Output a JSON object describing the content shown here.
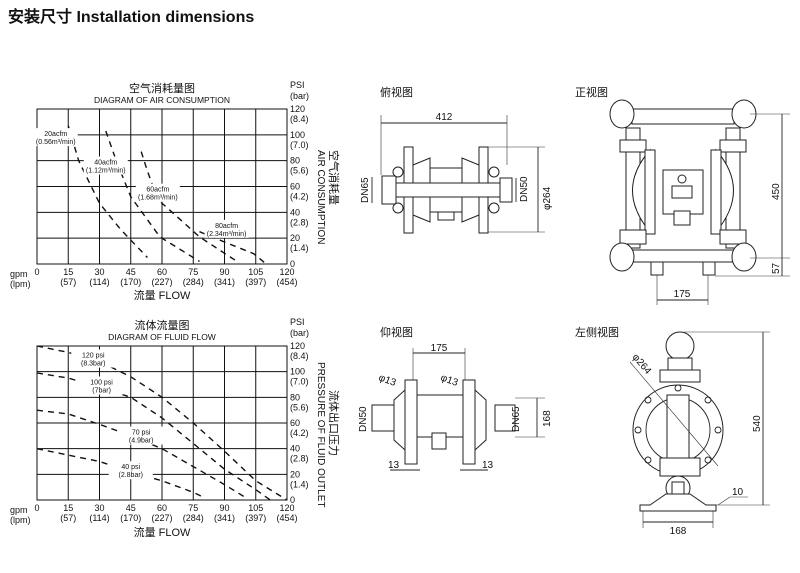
{
  "page_title": "安装尺寸 Installation dimensions",
  "chart_data": [
    {
      "type": "line",
      "title": "空气消耗量图",
      "subtitle": "DIAGRAM OF AIR CONSUMPTION",
      "xlabel": "流量 FLOW",
      "ylabel_cn": "空气消耗量",
      "ylabel_en": "AIR CONSUMPTION",
      "x_unit_labels": [
        "gpm",
        "(lpm)"
      ],
      "y_unit_labels": [
        "PSI",
        "(bar)"
      ],
      "xlim": [
        0,
        120
      ],
      "ylim": [
        0,
        120
      ],
      "grid": true,
      "x_ticks": [
        0,
        15,
        30,
        45,
        60,
        75,
        90,
        105,
        120
      ],
      "x_ticks_lpm": [
        "",
        "(57)",
        "(114)",
        "(170)",
        "(227)",
        "(284)",
        "(341)",
        "(397)",
        "(454)"
      ],
      "y_ticks": [
        0,
        20,
        40,
        60,
        80,
        100,
        120
      ],
      "y_ticks_bar": [
        "",
        "(1.4)",
        "(2.8)",
        "(4.2)",
        "(5.6)",
        "(7.0)",
        "(8.4)"
      ],
      "series": [
        {
          "name": "20acfm",
          "sub": "(0.56m³/min)",
          "label_at": [
            9,
            99
          ],
          "x": [
            15,
            20,
            30,
            40,
            53
          ],
          "y": [
            107,
            80,
            47,
            27,
            5
          ]
        },
        {
          "name": "40acfm",
          "sub": "(1.12m³/min)",
          "label_at": [
            33,
            77
          ],
          "x": [
            33,
            38,
            45,
            59,
            78
          ],
          "y": [
            103,
            80,
            52,
            21,
            2
          ]
        },
        {
          "name": "60acfm",
          "sub": "(1.68m³/min)",
          "label_at": [
            58,
            56
          ],
          "x": [
            50,
            53,
            58,
            78,
            96
          ],
          "y": [
            87,
            72,
            50,
            21,
            2
          ]
        },
        {
          "name": "80acfm",
          "sub": "(2.34m³/min)",
          "label_at": [
            91,
            28
          ],
          "x": [
            78,
            90,
            104,
            110
          ],
          "y": [
            25,
            17,
            8,
            0
          ]
        }
      ]
    },
    {
      "type": "line",
      "title": "流体流量图",
      "subtitle": "DIAGRAM OF FLUID FLOW",
      "xlabel": "流量 FLOW",
      "ylabel_cn": "流体出口压力",
      "ylabel_en": "PRESSURE OF FLUID OUTLET",
      "x_unit_labels": [
        "gpm",
        "(lpm)"
      ],
      "y_unit_labels": [
        "PSI",
        "(bar)"
      ],
      "xlim": [
        0,
        120
      ],
      "ylim": [
        0,
        120
      ],
      "grid": true,
      "x_ticks": [
        0,
        15,
        30,
        45,
        60,
        75,
        90,
        105,
        120
      ],
      "x_ticks_lpm": [
        "",
        "(57)",
        "(114)",
        "(170)",
        "(227)",
        "(284)",
        "(341)",
        "(397)",
        "(454)"
      ],
      "y_ticks": [
        0,
        20,
        40,
        60,
        80,
        100,
        120
      ],
      "y_ticks_bar": [
        "",
        "(1.4)",
        "(2.8)",
        "(4.2)",
        "(5.6)",
        "(7.0)",
        "(8.4)"
      ],
      "series": [
        {
          "name": "120 psi",
          "sub": "(8.3bar)",
          "label_at": [
            27,
            111
          ],
          "x": [
            0,
            15,
            30,
            45,
            60,
            75,
            90,
            105,
            120
          ],
          "y": [
            120,
            115,
            108,
            96,
            80,
            60,
            38,
            15,
            0
          ]
        },
        {
          "name": "100 psi",
          "sub": "(7bar)",
          "label_at": [
            31,
            90
          ],
          "x": [
            0,
            15,
            30,
            45,
            60,
            75,
            90,
            105,
            112
          ],
          "y": [
            99,
            95,
            88,
            80,
            64,
            44,
            24,
            8,
            0
          ]
        },
        {
          "name": "70 psi",
          "sub": "(4.9bar)",
          "label_at": [
            50,
            51
          ],
          "x": [
            0,
            15,
            30,
            45,
            60,
            75,
            90,
            100
          ],
          "y": [
            70,
            67,
            59,
            50,
            40,
            26,
            12,
            2
          ]
        },
        {
          "name": "40 psi",
          "sub": "(2.8bar)",
          "label_at": [
            45,
            24
          ],
          "x": [
            0,
            15,
            30,
            45,
            60,
            75,
            80
          ],
          "y": [
            40,
            35,
            30,
            22,
            15,
            6,
            2
          ]
        }
      ]
    }
  ],
  "views": {
    "top": {
      "title": "俯视图",
      "width": "412",
      "inlet": "DN65",
      "outlet": "DN50",
      "diameter": "φ264"
    },
    "front": {
      "title": "正视图",
      "height": "450",
      "base": "57",
      "feet": "175"
    },
    "bottom": {
      "title": "仰视图",
      "spacing": "175",
      "hole_left": "φ13",
      "hole_right": "φ13",
      "port_left": "DN50",
      "port_right": "DN65",
      "depth": "168",
      "edge_left": "13",
      "edge_right": "13"
    },
    "side": {
      "title": "左侧视图",
      "diameter": "φ264",
      "height": "540",
      "foot": "10",
      "base": "168"
    }
  }
}
